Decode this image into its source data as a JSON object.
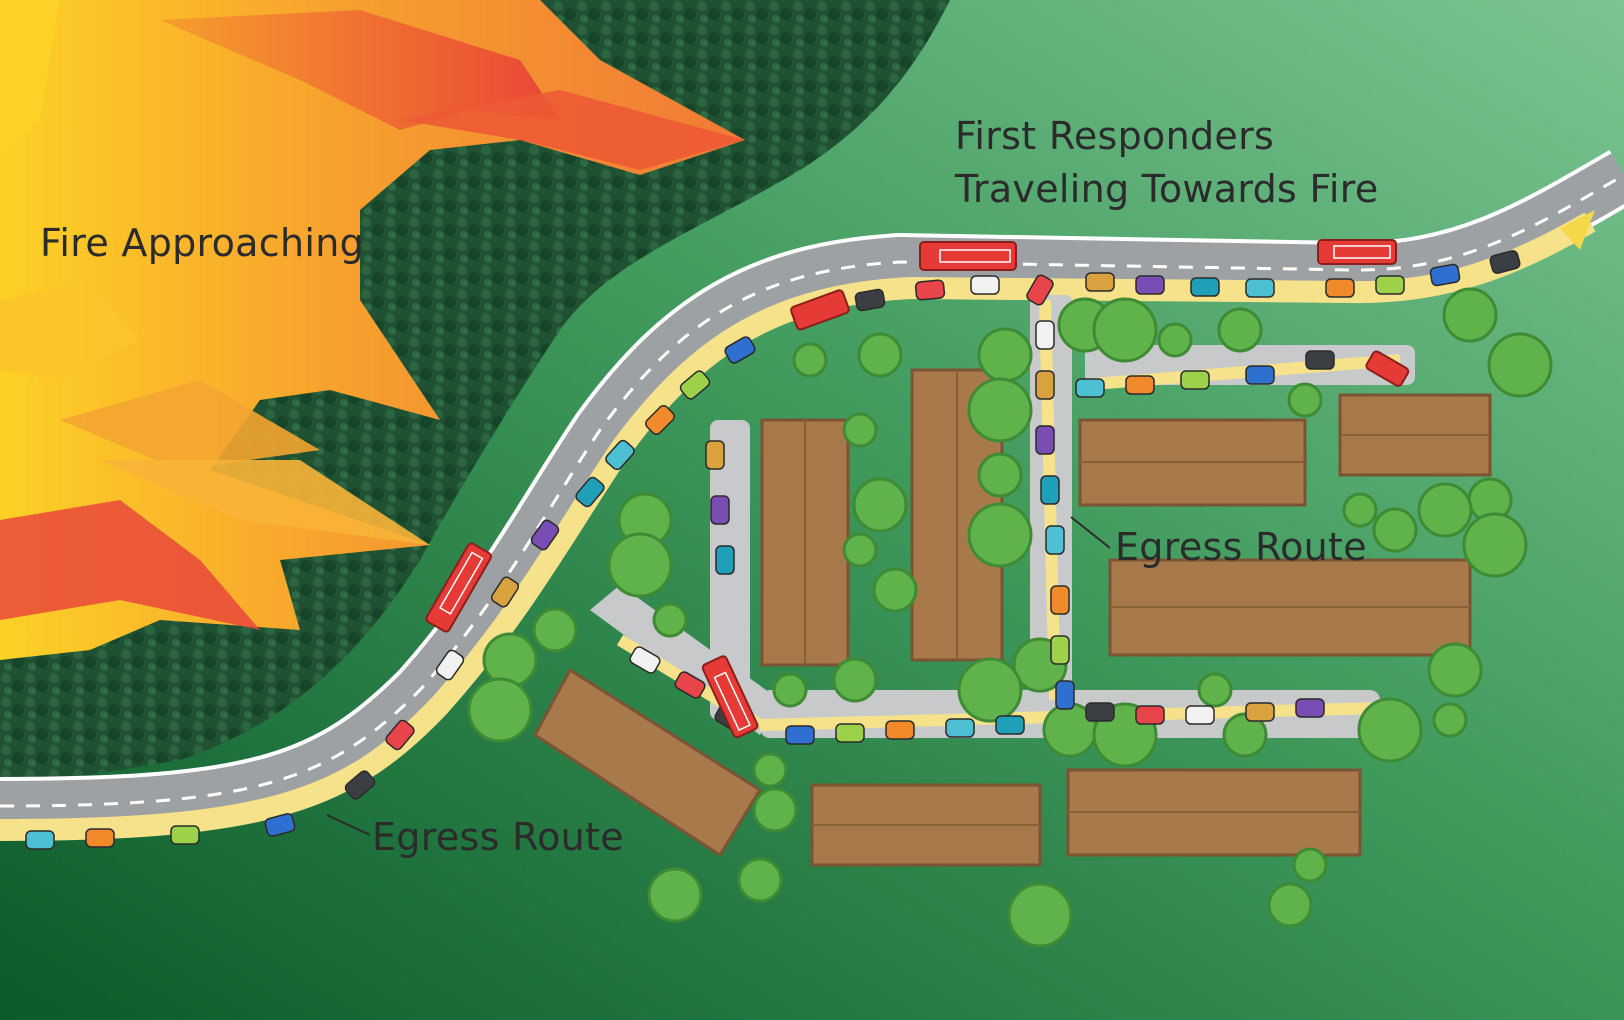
{
  "labels": {
    "fire": "Fire Approaching",
    "responders_line1": "First Responders",
    "responders_line2": "Traveling Towards Fire",
    "egress_upper": "Egress Route",
    "egress_lower": "Egress Route"
  },
  "colors": {
    "ground_dark": "#0b5a2a",
    "ground_light": "#78c08e",
    "forest": "#1f5132",
    "fire_red": "#e83a36",
    "fire_orange": "#f28a35",
    "fire_yellow": "#fdd126",
    "road": "#9ea1a3",
    "egress_lane": "#f5e28a",
    "roof": "#a8794b",
    "tree": "#5fb34a",
    "fire_truck": "#e53a36"
  },
  "car_colors": [
    "#4ec0d4",
    "#f08a2a",
    "#9dd14a",
    "#2f6fd0",
    "#3b3f44",
    "#e8444a",
    "#f2f2f2",
    "#d9a23e",
    "#7a4db5",
    "#1f9fb8"
  ]
}
